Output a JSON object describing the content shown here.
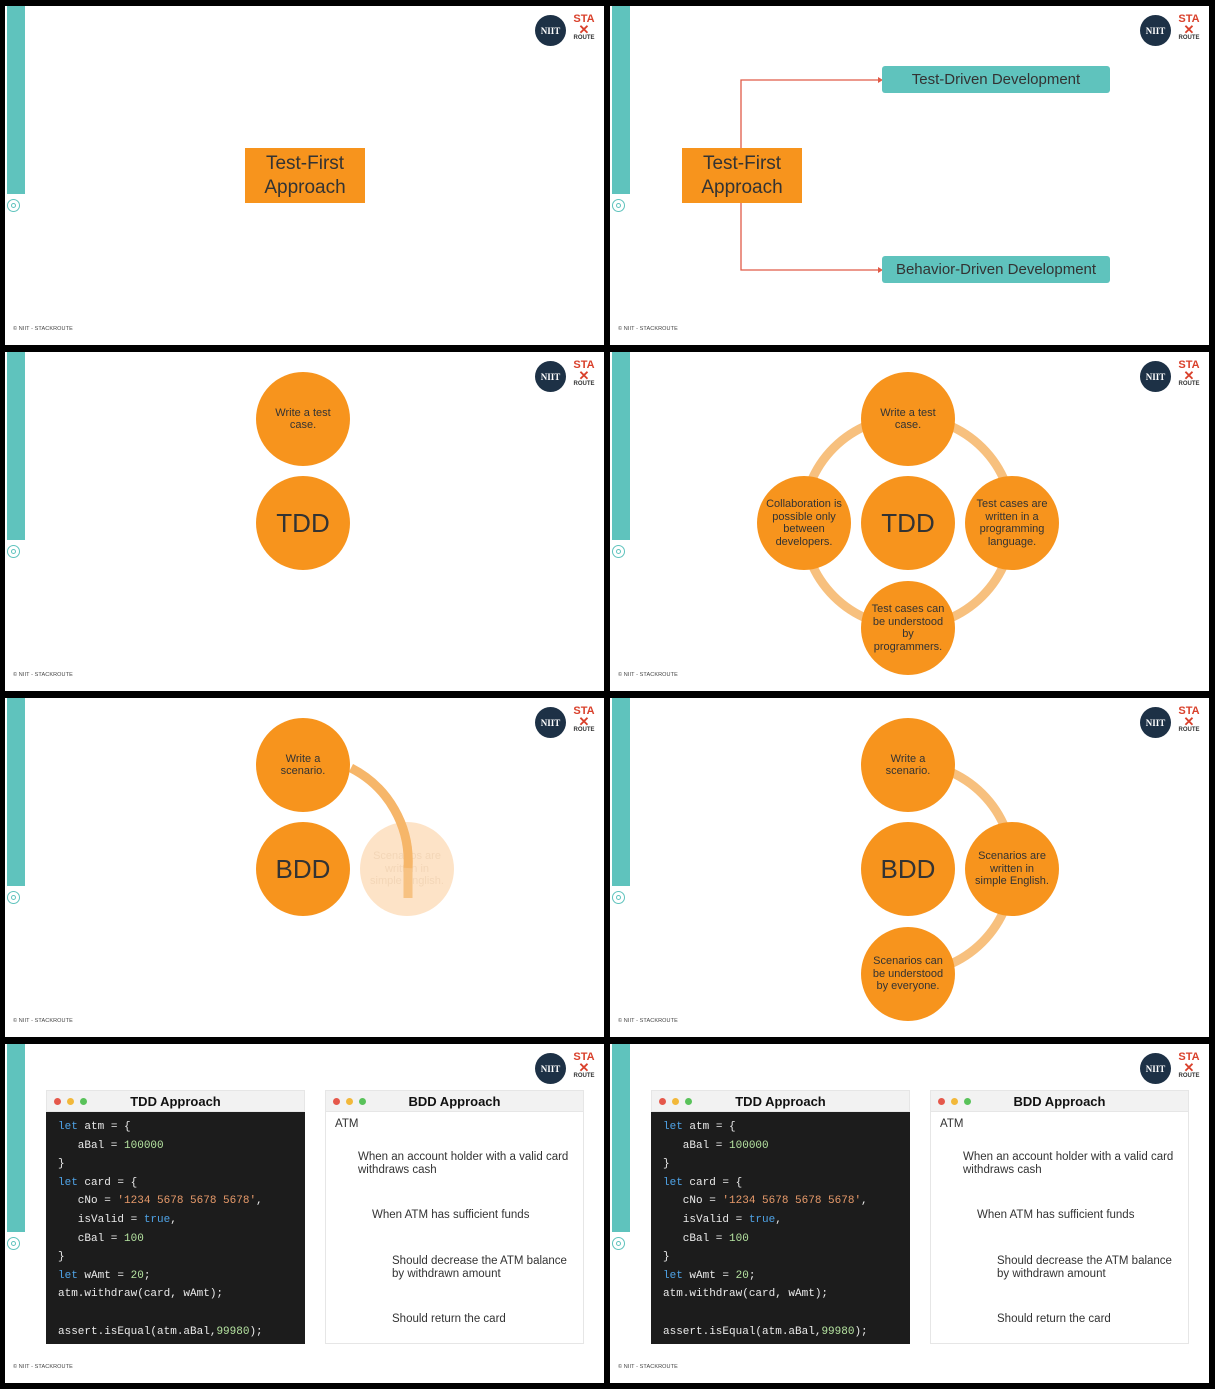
{
  "footer": "© NIIT - STACKROUTE",
  "logo": {
    "niit": "NIIT",
    "sr_top": "STA",
    "sr_bottom": "ROUTE"
  },
  "slide1": {
    "title": "Test-First Approach"
  },
  "slide2": {
    "title": "Test-First Approach",
    "tdd": "Test-Driven Development",
    "bdd": "Behavior-Driven Development"
  },
  "slide3": {
    "top": "Write a test case.",
    "center": "TDD"
  },
  "slide4": {
    "top": "Write a test case.",
    "center": "TDD",
    "right": "Test cases are written in a programming language.",
    "bottom": "Test cases can be understood by programmers.",
    "left": "Collaboration is possible only between developers."
  },
  "slide5": {
    "top": "Write a scenario.",
    "center": "BDD",
    "right": "Scenarios are written in simple English."
  },
  "slide6": {
    "top": "Write a scenario.",
    "center": "BDD",
    "right": "Scenarios are written in simple English.",
    "bottom": "Scenarios can be understood by everyone."
  },
  "code_slide": {
    "tdd_title": "TDD Approach",
    "bdd_title": "BDD Approach",
    "bdd_lines": {
      "atm": "ATM",
      "when1": "When an account holder with a valid card withdraws cash",
      "when2": "When ATM has sufficient funds",
      "should1": "Should decrease the ATM balance by withdrawn amount",
      "should2": "Should return the card"
    }
  },
  "colors": {
    "teal": "#5fc3bd",
    "orange": "#f7941d",
    "navy": "#1d3146",
    "red": "#d9402b"
  }
}
